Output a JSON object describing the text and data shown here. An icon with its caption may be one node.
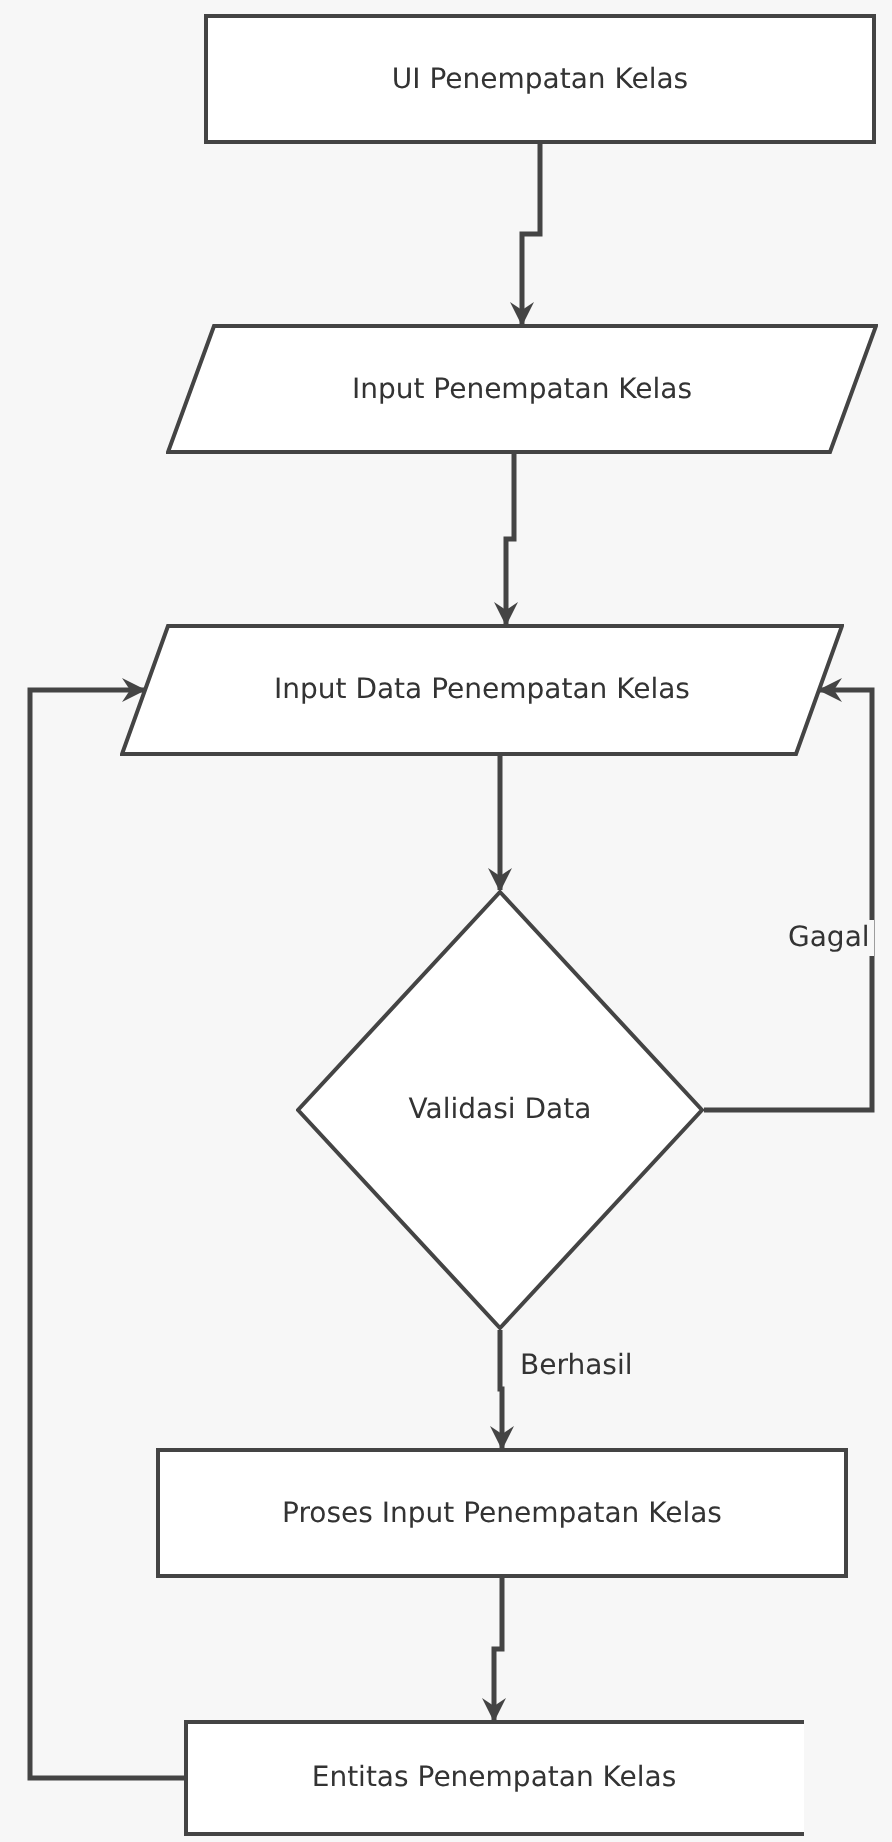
{
  "diagram": {
    "nodes": [
      {
        "text": [
          "UI Penempatan Kelas"
        ]
      },
      {
        "text": [
          "Input Penempatan Kelas"
        ]
      },
      {
        "text": [
          "Input Data Penempatan Kelas"
        ]
      },
      {
        "text": [
          "Validasi Data"
        ]
      },
      {
        "text": [
          "Proses Input Penempatan Kelas"
        ]
      },
      {
        "text": [
          "Entitas Penempatan Kelas"
        ]
      }
    ],
    "edges": [
      {
        "from": 0,
        "to": 1,
        "arrow": "to"
      },
      {
        "from": 1,
        "to": 2,
        "arrow": "to"
      },
      {
        "from": 2,
        "to": 3,
        "arrow": "to"
      },
      {
        "from": 3,
        "to": 4,
        "arrow": "to",
        "label": "Berhasil"
      },
      {
        "from": 4,
        "to": 5,
        "arrow": "to"
      },
      {
        "from": 5,
        "to": 2,
        "arrow": "to"
      },
      {
        "from": 3,
        "to": 2,
        "arrow": "to",
        "label": "Gagal"
      }
    ]
  }
}
